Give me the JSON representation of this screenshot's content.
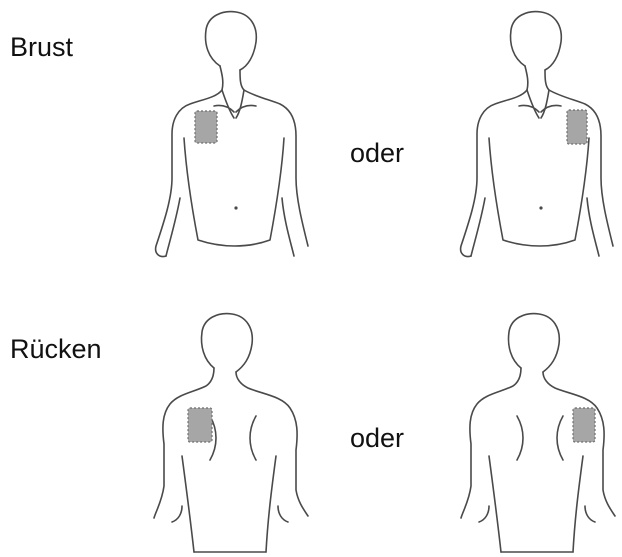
{
  "sections": {
    "chest": {
      "label": "Brust"
    },
    "back": {
      "label": "Rücken"
    }
  },
  "connector_word": "oder",
  "colors": {
    "outline": "#4a4a4a",
    "patch_fill": "#a6a6a6",
    "patch_border": "#6e6e6e",
    "text": "#111111"
  },
  "figures": [
    {
      "view": "front",
      "patch_side": "figure-right-shoulder (viewer left)"
    },
    {
      "view": "front",
      "patch_side": "figure-left-shoulder (viewer right)"
    },
    {
      "view": "back",
      "patch_side": "viewer left shoulder blade"
    },
    {
      "view": "back",
      "patch_side": "viewer right shoulder blade"
    }
  ]
}
